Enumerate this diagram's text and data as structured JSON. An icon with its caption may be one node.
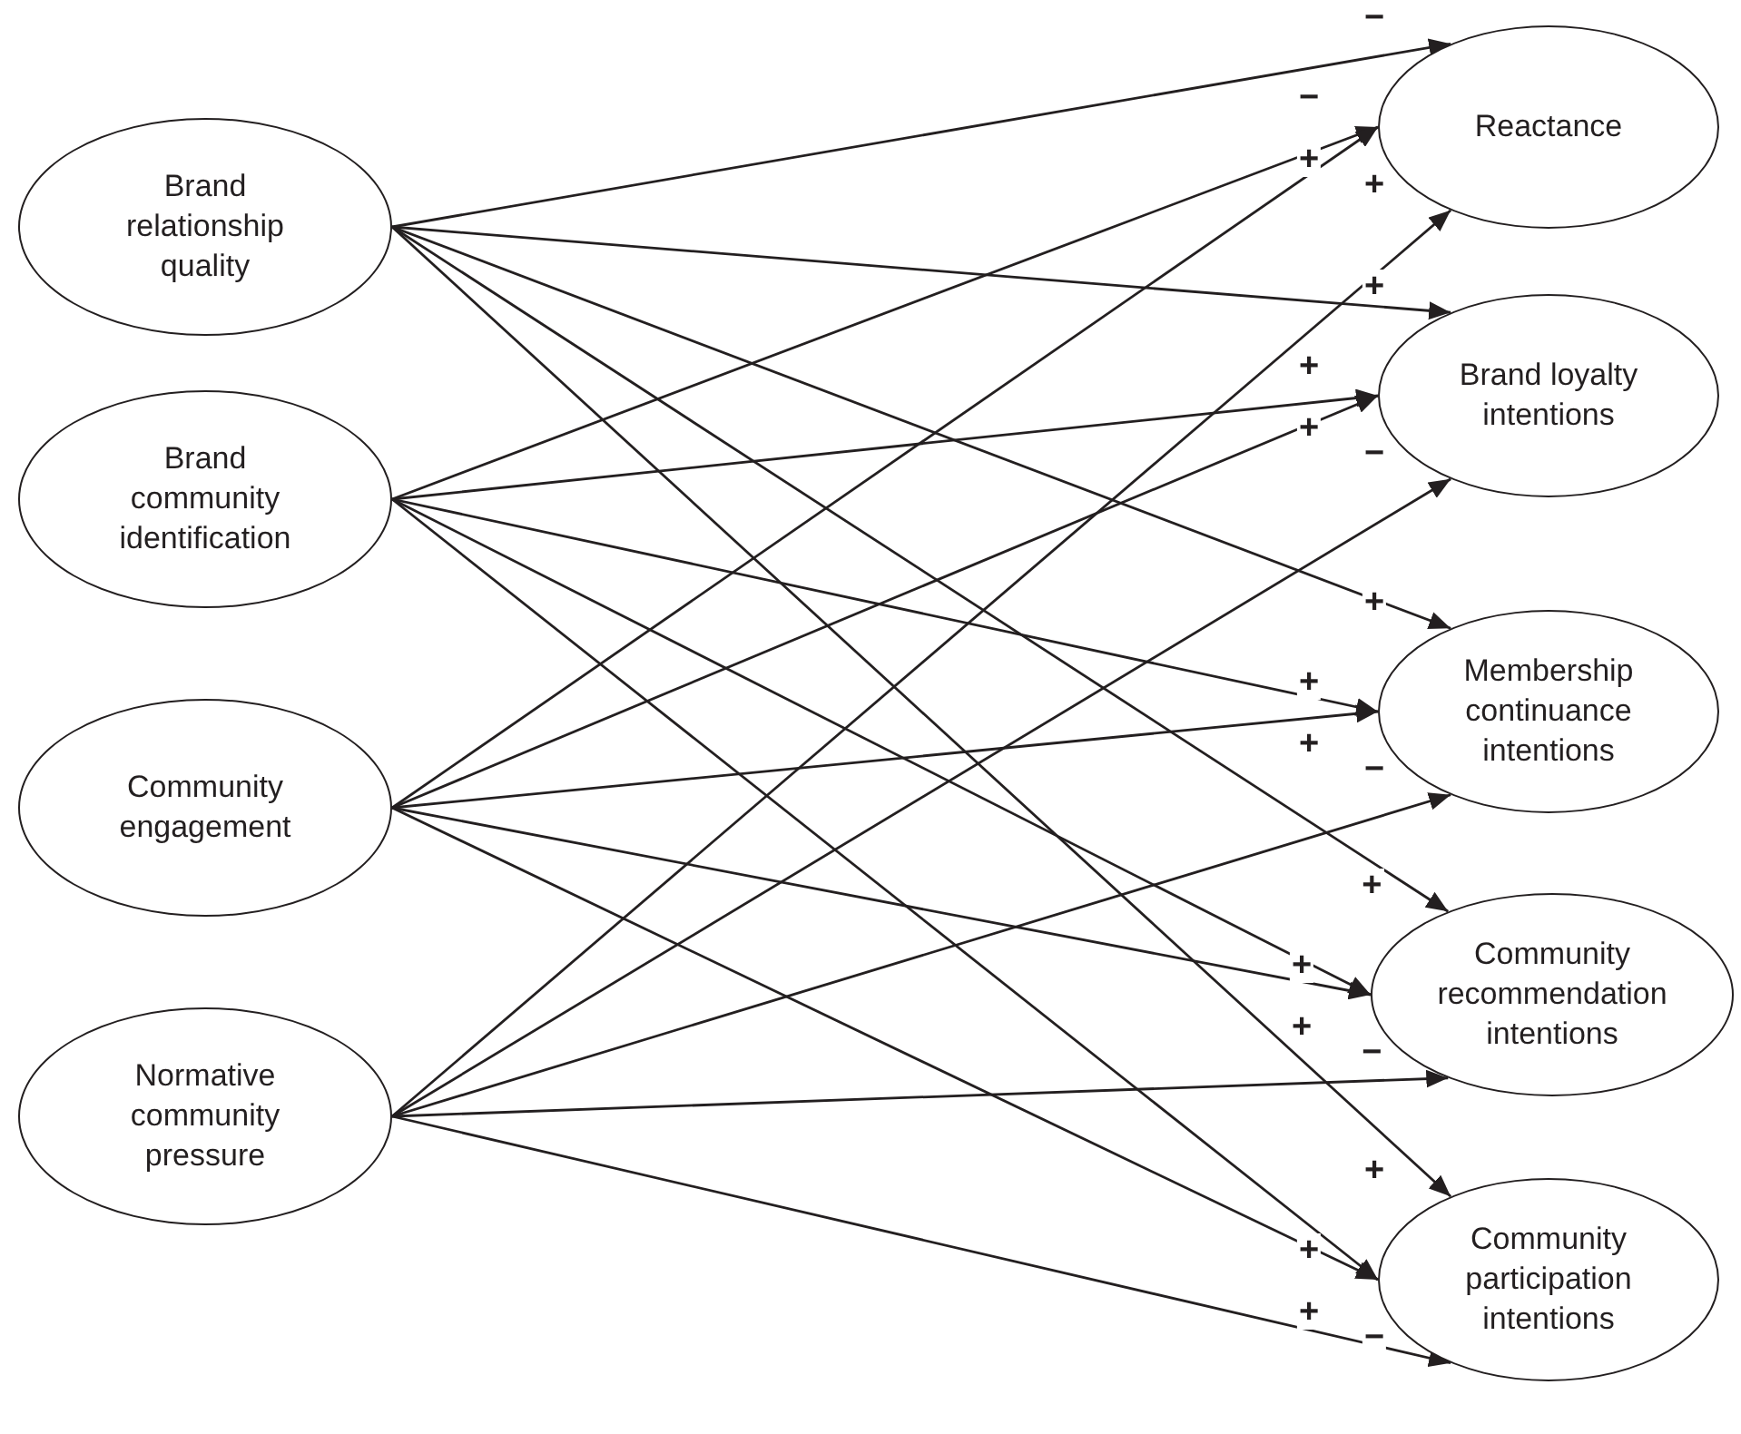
{
  "diagram": {
    "nodes": [
      {
        "text": [
          "Brand relationship quality"
        ]
      },
      {
        "text": [
          "Brand community identification"
        ]
      },
      {
        "text": [
          "Community engagement"
        ]
      },
      {
        "text": [
          "Normative community pressure"
        ]
      },
      {
        "text": [
          "Reactance"
        ]
      },
      {
        "text": [
          "Brand loyalty intentions"
        ]
      },
      {
        "text": [
          "Membership continuance intentions"
        ]
      },
      {
        "text": [
          "Community recommendation intentions"
        ]
      },
      {
        "text": [
          "Community participation intentions"
        ]
      }
    ],
    "edges": [
      {
        "from": 0,
        "to": 4,
        "arrow": "to",
        "label": "−"
      },
      {
        "from": 1,
        "to": 4,
        "arrow": "to",
        "label": "−"
      },
      {
        "from": 2,
        "to": 4,
        "arrow": "to",
        "label": "+"
      },
      {
        "from": 3,
        "to": 4,
        "arrow": "to",
        "label": "+"
      },
      {
        "from": 0,
        "to": 5,
        "arrow": "to",
        "label": "+"
      },
      {
        "from": 1,
        "to": 5,
        "arrow": "to",
        "label": "+"
      },
      {
        "from": 2,
        "to": 5,
        "arrow": "to",
        "label": "+"
      },
      {
        "from": 3,
        "to": 5,
        "arrow": "to",
        "label": "−"
      },
      {
        "from": 0,
        "to": 6,
        "arrow": "to",
        "label": "+"
      },
      {
        "from": 1,
        "to": 6,
        "arrow": "to",
        "label": "+"
      },
      {
        "from": 2,
        "to": 6,
        "arrow": "to",
        "label": "+"
      },
      {
        "from": 3,
        "to": 6,
        "arrow": "to",
        "label": "−"
      },
      {
        "from": 0,
        "to": 7,
        "arrow": "to",
        "label": "+"
      },
      {
        "from": 1,
        "to": 7,
        "arrow": "to",
        "label": "+"
      },
      {
        "from": 2,
        "to": 7,
        "arrow": "to",
        "label": "+"
      },
      {
        "from": 3,
        "to": 7,
        "arrow": "to",
        "label": "−"
      },
      {
        "from": 0,
        "to": 8,
        "arrow": "to",
        "label": "+"
      },
      {
        "from": 1,
        "to": 8,
        "arrow": "to",
        "label": "+"
      },
      {
        "from": 2,
        "to": 8,
        "arrow": "to",
        "label": "+"
      },
      {
        "from": 3,
        "to": 8,
        "arrow": "to",
        "label": "−"
      }
    ]
  }
}
